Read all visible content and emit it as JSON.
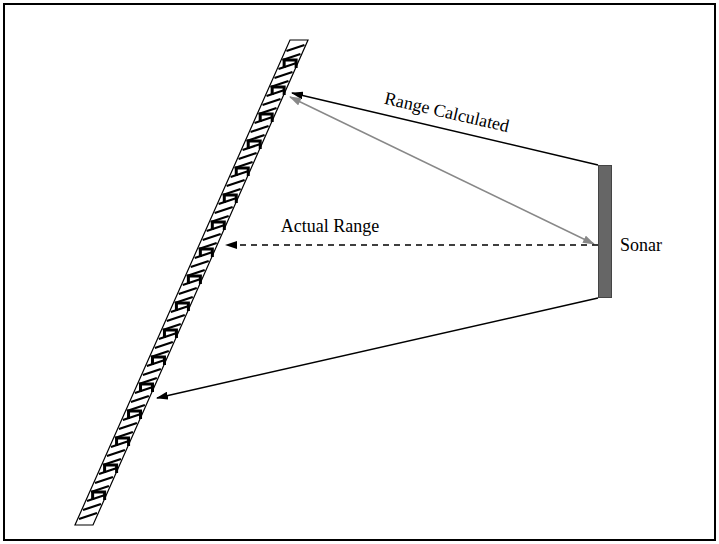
{
  "diagram": {
    "nodes": [
      {
        "text": [
          "Sonar"
        ]
      }
    ],
    "labels": [
      "Range Calculated",
      "Actual Range"
    ]
  }
}
